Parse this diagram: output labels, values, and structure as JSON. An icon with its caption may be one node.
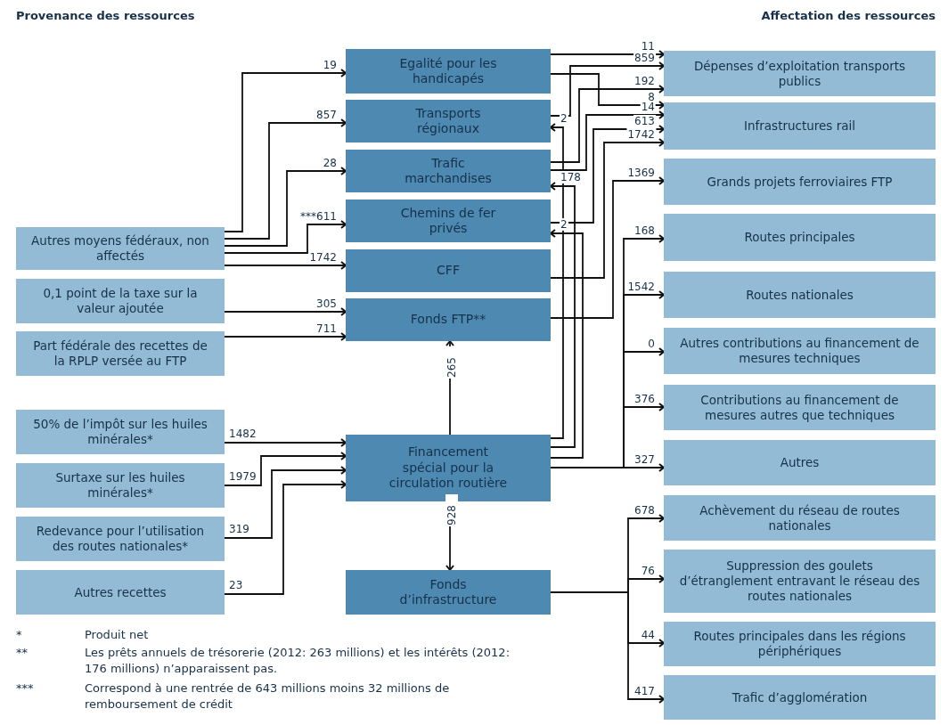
{
  "diagram": {
    "nodes": [
      {
        "text": [
          "Autres moyens fédéraux, non affectés"
        ]
      },
      {
        "text": [
          "0,1 point de la taxe sur la valeur ajoutée"
        ]
      },
      {
        "text": [
          "Part fédérale des recettes de la RPLP versée au FTP"
        ]
      },
      {
        "text": [
          "50% de l’impôt sur les huiles minérales*"
        ]
      },
      {
        "text": [
          "Surtaxe sur les huiles minérales*"
        ]
      },
      {
        "text": [
          "Redevance pour l’utilisation des routes nationales*"
        ]
      },
      {
        "text": [
          "Autres recettes"
        ]
      },
      {
        "text": [
          "Egalité pour les handicapés"
        ]
      },
      {
        "text": [
          "Transports régionaux"
        ]
      },
      {
        "text": [
          "Trafic marchandises"
        ]
      },
      {
        "text": [
          "Chemins de fer privés"
        ]
      },
      {
        "text": [
          "CFF"
        ]
      },
      {
        "text": [
          "Fonds FTP**"
        ]
      },
      {
        "text": [
          "Financement spécial pour la circulation routière"
        ]
      },
      {
        "text": [
          "Fonds d’infrastructure"
        ]
      },
      {
        "text": [
          "Dépenses d’exploitation transports publics"
        ]
      },
      {
        "text": [
          "Infrastructures rail"
        ]
      },
      {
        "text": [
          "Grands projets ferroviaires FTP"
        ]
      },
      {
        "text": [
          "Routes principales"
        ]
      },
      {
        "text": [
          "Routes nationales"
        ]
      },
      {
        "text": [
          "Autres contributions au financement de mesures techniques"
        ]
      },
      {
        "text": [
          "Contributions au financement de mesures autres que techniques"
        ]
      },
      {
        "text": [
          "Autres"
        ]
      },
      {
        "text": [
          "Achèvement du réseau de routes nationales"
        ]
      },
      {
        "text": [
          "Suppression des goulets d’étranglement entravant le réseau des routes nationales"
        ]
      },
      {
        "text": [
          "Routes principales dans les régions périphériques"
        ]
      },
      {
        "text": [
          "Trafic d’agglomération"
        ]
      }
    ],
    "edges": [
      {
        "from": 0,
        "to": 7,
        "arrow": "to",
        "label": "19"
      },
      {
        "from": 0,
        "to": 8,
        "arrow": "to",
        "label": "857"
      },
      {
        "from": 0,
        "to": 9,
        "arrow": "to",
        "label": "28"
      },
      {
        "from": 0,
        "to": 10,
        "arrow": "to",
        "label": "***611"
      },
      {
        "from": 0,
        "to": 11,
        "arrow": "to",
        "label": "1742"
      },
      {
        "from": 1,
        "to": 12,
        "arrow": "to",
        "label": "305"
      },
      {
        "from": 2,
        "to": 12,
        "arrow": "to",
        "label": "711"
      },
      {
        "from": 3,
        "to": 13,
        "arrow": "to",
        "label": "1482"
      },
      {
        "from": 4,
        "to": 13,
        "arrow": "to",
        "label": "1979"
      },
      {
        "from": 5,
        "to": 13,
        "arrow": "to",
        "label": "319"
      },
      {
        "from": 6,
        "to": 13,
        "arrow": "to",
        "label": "23"
      },
      {
        "from": 13,
        "to": 12,
        "arrow": "to",
        "label": "265"
      },
      {
        "from": 13,
        "to": 14,
        "arrow": "to",
        "label": "928"
      },
      {
        "from": 7,
        "to": 15,
        "arrow": "to",
        "label": "11"
      },
      {
        "from": 8,
        "to": 15,
        "arrow": "to",
        "label": "859"
      },
      {
        "from": 9,
        "to": 15,
        "arrow": "to",
        "label": "192"
      },
      {
        "from": 7,
        "to": 16,
        "arrow": "to",
        "label": "8"
      },
      {
        "from": 9,
        "to": 16,
        "arrow": "to",
        "label": "14"
      },
      {
        "from": 10,
        "to": 16,
        "arrow": "to",
        "label": "613"
      },
      {
        "from": 11,
        "to": 16,
        "arrow": "to",
        "label": "1742"
      },
      {
        "from": 12,
        "to": 17,
        "arrow": "to",
        "label": "1369"
      },
      {
        "from": 13,
        "to": 8,
        "arrow": "to",
        "label": "2"
      },
      {
        "from": 13,
        "to": 9,
        "arrow": "to",
        "label": "178"
      },
      {
        "from": 13,
        "to": 10,
        "arrow": "to",
        "label": "2"
      },
      {
        "from": 13,
        "to": 18,
        "arrow": "to",
        "label": "168"
      },
      {
        "from": 13,
        "to": 19,
        "arrow": "to",
        "label": "1542"
      },
      {
        "from": 13,
        "to": 20,
        "arrow": "to",
        "label": "0"
      },
      {
        "from": 13,
        "to": 21,
        "arrow": "to",
        "label": "376"
      },
      {
        "from": 13,
        "to": 22,
        "arrow": "to",
        "label": "327"
      },
      {
        "from": 14,
        "to": 23,
        "arrow": "to",
        "label": "678"
      },
      {
        "from": 14,
        "to": 24,
        "arrow": "to",
        "label": "76"
      },
      {
        "from": 14,
        "to": 25,
        "arrow": "to",
        "label": "44"
      },
      {
        "from": 14,
        "to": 26,
        "arrow": "to",
        "label": "417"
      }
    ],
    "labels": [
      "Provenance des ressources",
      "Affectation des ressources",
      "*",
      "Produit net",
      "**",
      "Les prêts annuels de trésorerie (2012: 263 millions) et les intérêts (2012: 176 millions) n’apparaissent pas.",
      "***",
      "Correspond à une rentrée de 643 millions moins 32 millions de remboursement de crédit"
    ]
  }
}
